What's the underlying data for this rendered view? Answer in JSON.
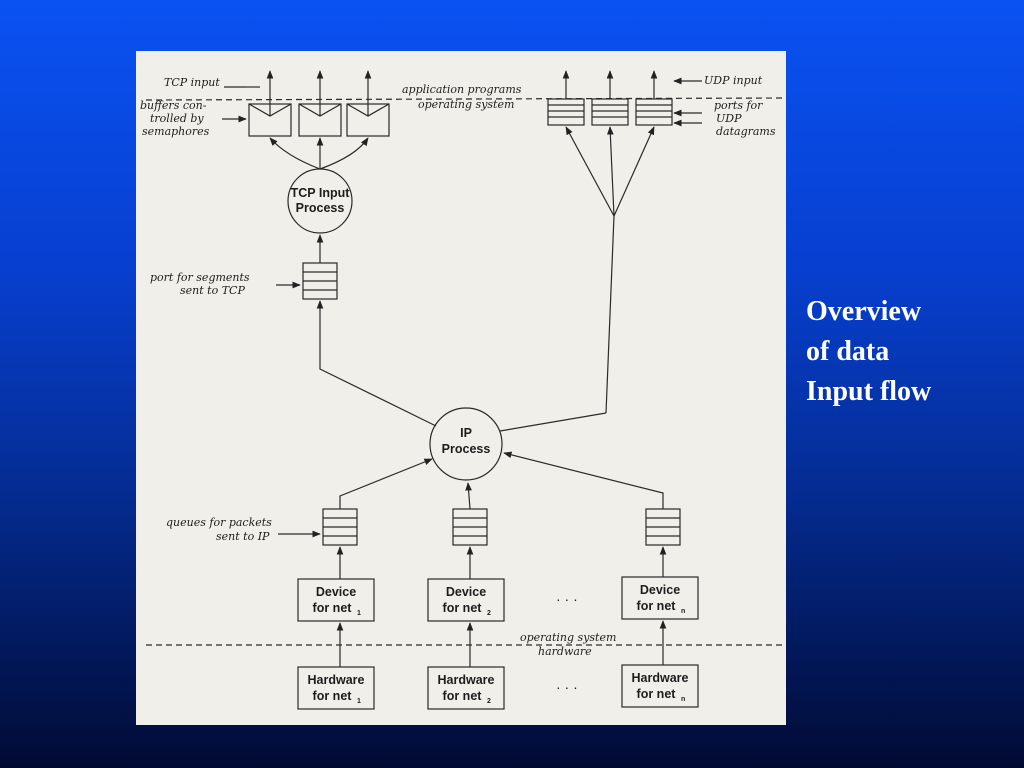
{
  "slide": {
    "title_lines": [
      "Overview",
      "of data",
      "Input flow"
    ]
  },
  "diagram": {
    "labels": {
      "tcp_input": "TCP input",
      "buffers_line1": "buffers con-",
      "buffers_line2": "trolled by",
      "buffers_line3": "semaphores",
      "app_programs": "application programs",
      "operating_system_top": "operating system",
      "udp_input": "UDP input",
      "ports_line1": "ports for",
      "ports_line2": "UDP",
      "ports_line3": "datagrams",
      "port_segments_line1": "port for segments",
      "port_segments_line2": "sent to TCP",
      "queues_line1": "queues for packets",
      "queues_line2": "sent to IP",
      "os_bottom": "operating system",
      "hardware_bottom": "hardware"
    },
    "nodes": {
      "tcp_process_line1": "TCP Input",
      "tcp_process_line2": "Process",
      "ip_process_line1": "IP",
      "ip_process_line2": "Process"
    },
    "devices": [
      {
        "line1": "Device",
        "line2": "for net",
        "sub": "1"
      },
      {
        "line1": "Device",
        "line2": "for net",
        "sub": "2"
      },
      {
        "line1": "Device",
        "line2": "for net",
        "sub": "n"
      }
    ],
    "hardware": [
      {
        "line1": "Hardware",
        "line2": "for net",
        "sub": "1"
      },
      {
        "line1": "Hardware",
        "line2": "for net",
        "sub": "2"
      },
      {
        "line1": "Hardware",
        "line2": "for net",
        "sub": "n"
      }
    ],
    "ellipsis": "· · ·"
  }
}
